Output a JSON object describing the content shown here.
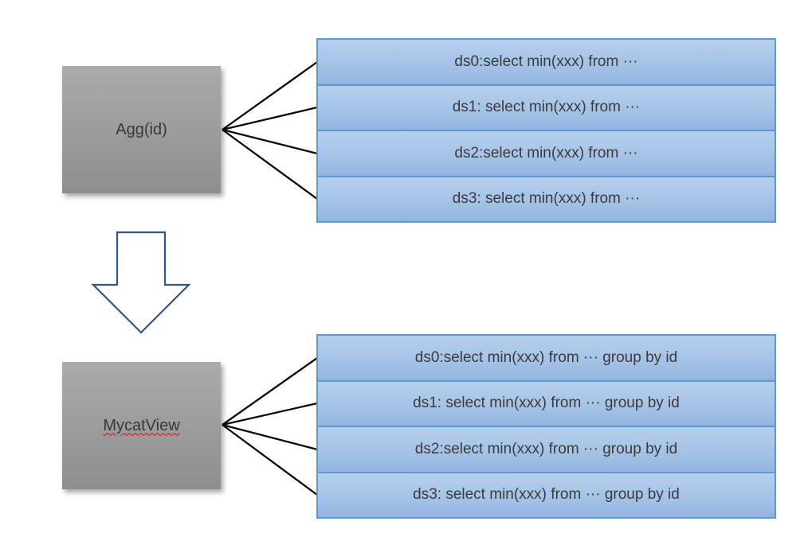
{
  "colors": {
    "node_fill_top": "#ababab",
    "node_fill_bottom": "#8e8e8e",
    "bar_fill_top": "#b6cfec",
    "bar_fill_bottom": "#92b5e0",
    "bar_border": "#5b9bd5",
    "arrow_outline": "#2f5597",
    "connector_line": "#0a0a0a",
    "text": "#3b3b3b",
    "spellcheck_underline": "#ff0000"
  },
  "top_group": {
    "node_label": "Agg(id)",
    "bars": [
      "ds0:select min(xxx) from ···",
      "ds1: select min(xxx) from ···",
      "ds2:select min(xxx) from ···",
      "ds3: select min(xxx) from ···"
    ]
  },
  "bottom_group": {
    "node_label": "MycatView",
    "bars": [
      "ds0:select min(xxx) from ··· group by id",
      "ds1: select min(xxx) from ··· group by id",
      "ds2:select min(xxx) from ··· group by id",
      "ds3: select min(xxx) from ··· group by id"
    ]
  }
}
